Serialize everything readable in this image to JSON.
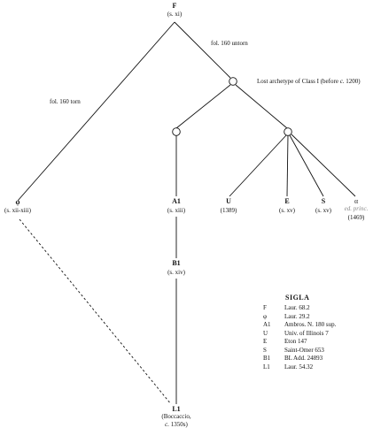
{
  "nodes": {
    "F": {
      "siglum": "F",
      "date": "(s. xi)"
    },
    "phi": {
      "siglum": "φ",
      "date": "(s. xii-xiii)"
    },
    "A1": {
      "siglum": "A1",
      "date": "(s. xiii)"
    },
    "U": {
      "siglum": "U",
      "date": "(1389)"
    },
    "E": {
      "siglum": "E",
      "date": "(s. xv)"
    },
    "S": {
      "siglum": "S",
      "date": "(s. xv)"
    },
    "alpha": {
      "siglum": "α",
      "desc_line": "ed. princ.",
      "date": "(1469)"
    },
    "B1": {
      "siglum": "B1",
      "date": "(s. xiv)"
    },
    "L1": {
      "siglum": "L1",
      "desc_line": "(Boccaccio,",
      "date_prefix": "c.",
      "date": "1350s)"
    }
  },
  "annotations": {
    "fol_untorn": "fol. 160 untorn",
    "fol_torn": "fol. 160 torn",
    "archetype_main": "Lost archetype of Class I (before",
    "archetype_circa": "c.",
    "archetype_year": "1200)"
  },
  "sigla": {
    "title": "SIGLA",
    "items": [
      {
        "key": "F",
        "value": "Laur. 68.2"
      },
      {
        "key": "φ",
        "value": "Laur. 29.2"
      },
      {
        "key": "A1",
        "value": "Ambros. N. 180 sup."
      },
      {
        "key": "U",
        "value": "Univ. of Illinois 7"
      },
      {
        "key": "E",
        "value": "Eton 147"
      },
      {
        "key": "S",
        "value": "Saint-Omer 653"
      },
      {
        "key": "B1",
        "value": "BL Add. 24893"
      },
      {
        "key": "L1",
        "value": "Laur. 54.32"
      }
    ]
  }
}
